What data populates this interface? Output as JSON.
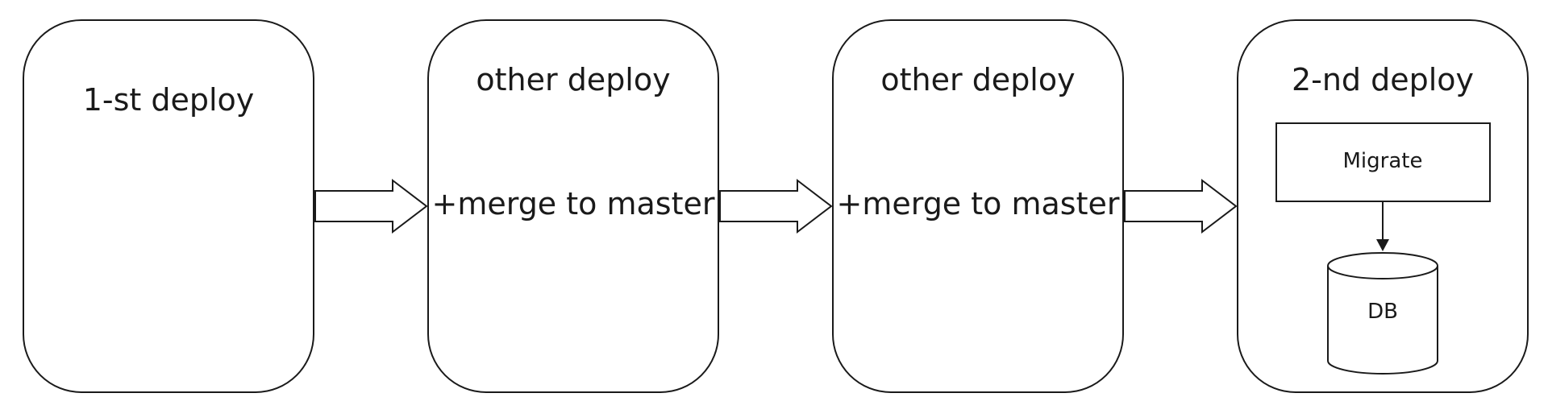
{
  "stages": [
    {
      "title": "1-st deploy",
      "body": ""
    },
    {
      "title": "other deploy",
      "body": "+merge to master"
    },
    {
      "title": "other deploy",
      "body": "+merge to master"
    },
    {
      "title": "2-nd deploy",
      "body": ""
    }
  ],
  "migrate_label": "Migrate",
  "db_label": "DB",
  "colors": {
    "stroke": "#1a1a1a",
    "fill": "#ffffff"
  }
}
